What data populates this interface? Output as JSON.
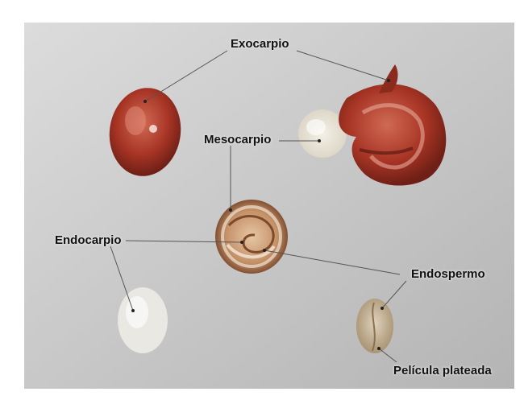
{
  "labels": {
    "exocarpio": "Exocarpio",
    "mesocarpio": "Mesocarpio",
    "endocarpio": "Endocarpio",
    "endospermo": "Endospermo",
    "pelicula": "Película plateada"
  },
  "colors": {
    "background_gray": "#cfcfcf",
    "cherry_red": "#b03a2a",
    "cherry_dark": "#7a2418",
    "bean_tan": "#c9a27a",
    "leader_line": "#555555"
  }
}
